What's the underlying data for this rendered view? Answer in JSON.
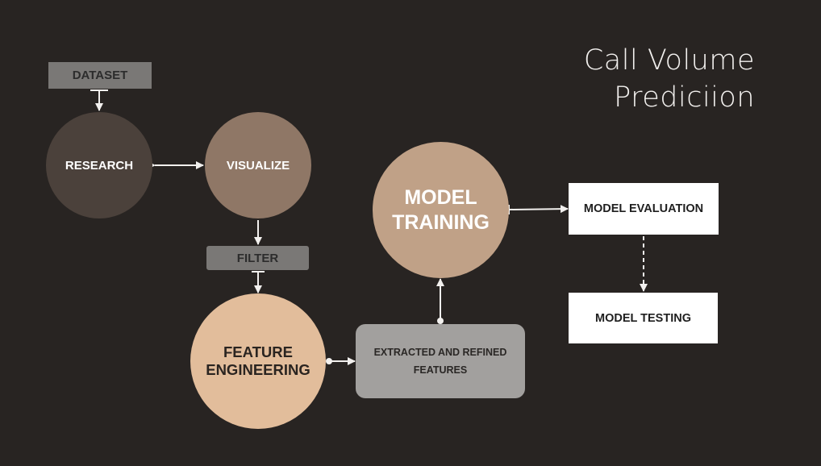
{
  "title": {
    "line1": "Call Volume",
    "line2": "Prediciion"
  },
  "nodes": {
    "dataset": "DATASET",
    "research": "RESEARCH",
    "visualize": "VISUALIZE",
    "filter": "FILTER",
    "feature_engineering_line1": "FEATURE",
    "feature_engineering_line2": "ENGINEERING",
    "extracted_line1": "EXTRACTED AND REFINED",
    "extracted_line2": "FEATURES",
    "model_training_line1": "MODEL",
    "model_training_line2": "TRAINING",
    "model_evaluation": "MODEL EVALUATION",
    "model_testing": "MODEL TESTING"
  },
  "colors": {
    "background": "#282422",
    "research": "#4b413b",
    "visualize": "#8f7766",
    "feature_engineering": "#e2bd9b",
    "model_training": "#c0a187",
    "extracted": "#a2a09e",
    "connector": "#f2f0ee"
  }
}
